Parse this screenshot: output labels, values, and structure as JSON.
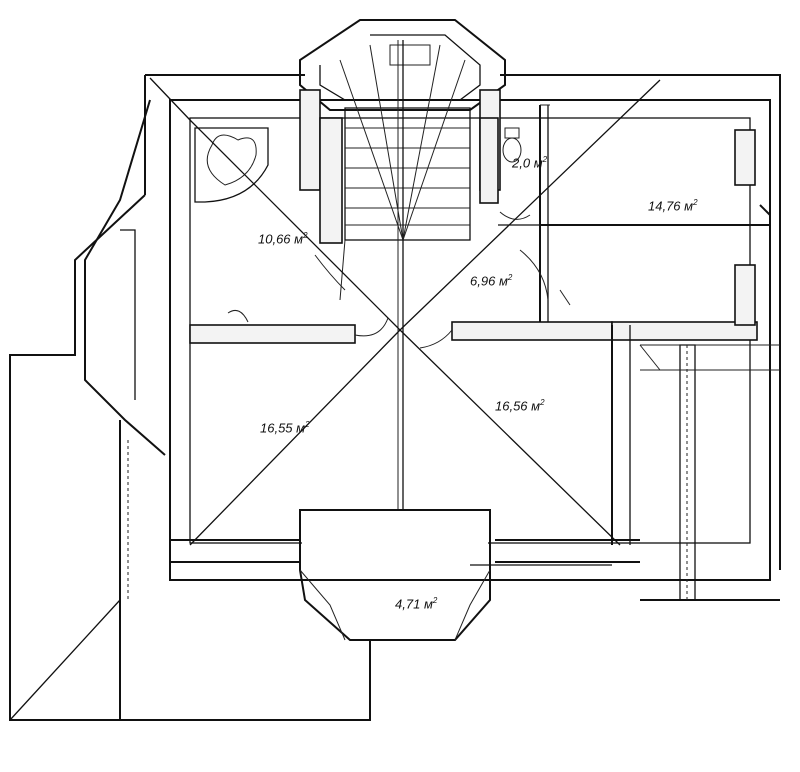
{
  "floor_plan": {
    "rooms": [
      {
        "id": "bathroom",
        "value": "10,66",
        "unit": "м",
        "exp": "2"
      },
      {
        "id": "toilet",
        "value": "2,0",
        "unit": "м",
        "exp": "2"
      },
      {
        "id": "bedroom-east",
        "value": "14,76",
        "unit": "м",
        "exp": "2"
      },
      {
        "id": "hall",
        "value": "6,96",
        "unit": "м",
        "exp": "2"
      },
      {
        "id": "room-southwest",
        "value": "16,55",
        "unit": "м",
        "exp": "2"
      },
      {
        "id": "room-southeast",
        "value": "16,56",
        "unit": "м",
        "exp": "2"
      },
      {
        "id": "balcony",
        "value": "4,71",
        "unit": "м",
        "exp": "2"
      }
    ]
  }
}
